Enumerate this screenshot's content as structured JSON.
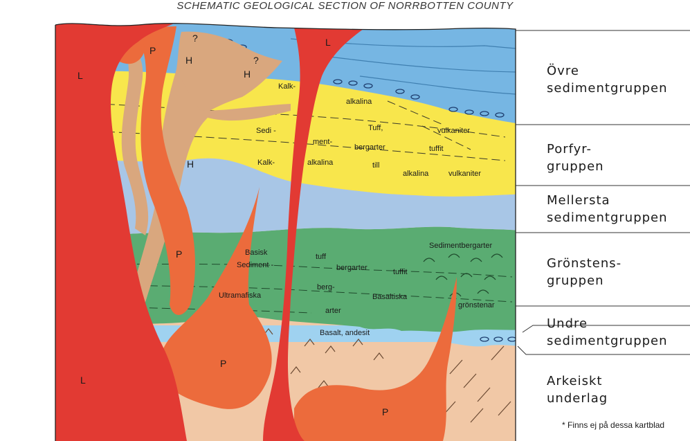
{
  "title": "SCHEMATIC GEOLOGICAL SECTION OF NORRBOTTEN COUNTY",
  "colors": {
    "granite_L": "#e23a33",
    "porphyry_P": "#ec6b3c",
    "hypabyssal_H": "#d9a77e",
    "upper_sediment": "#76b6e3",
    "porphyry_group": "#f8e64c",
    "middle_sediment": "#a8c6e6",
    "greenstone": "#5aac72",
    "lower_sediment": "#9fd2f0",
    "archean": "#f1c8a6",
    "lines": "#333333"
  },
  "body_labels": {
    "L": "L",
    "P": "P",
    "H": "H",
    "question": "?"
  },
  "unit_labels": {
    "kalk": "Kalk-",
    "alkalina": "alkalina",
    "sedi": "Sedi -",
    "ment": "ment-",
    "bergarter": "bergarter",
    "till": "till",
    "tuff_comma": "Tuff,",
    "tuffit": "tuffit",
    "vulkaniter": "vulkaniter",
    "basisk": "Basisk",
    "sediment": "Sediment -",
    "tuff": "tuff",
    "ultramafiska": "Ultramafiska",
    "berg": "berg-",
    "arter": "arter",
    "basaltiska": "Basaltiska",
    "sedimentbergarter": "Sedimentbergarter",
    "gronstenar": "grönstenar",
    "basalt_andesit": "Basalt, andesit"
  },
  "legend": [
    "Övre\nsedimentgruppen",
    "Porfyr-\ngruppen",
    "Mellersta\nsedimentgruppen",
    "Grönstens-\ngruppen",
    "Undre\nsedimentgruppen",
    "Arkeiskt\nunderlag"
  ],
  "footnote": "* Finns ej på dessa kartblad"
}
